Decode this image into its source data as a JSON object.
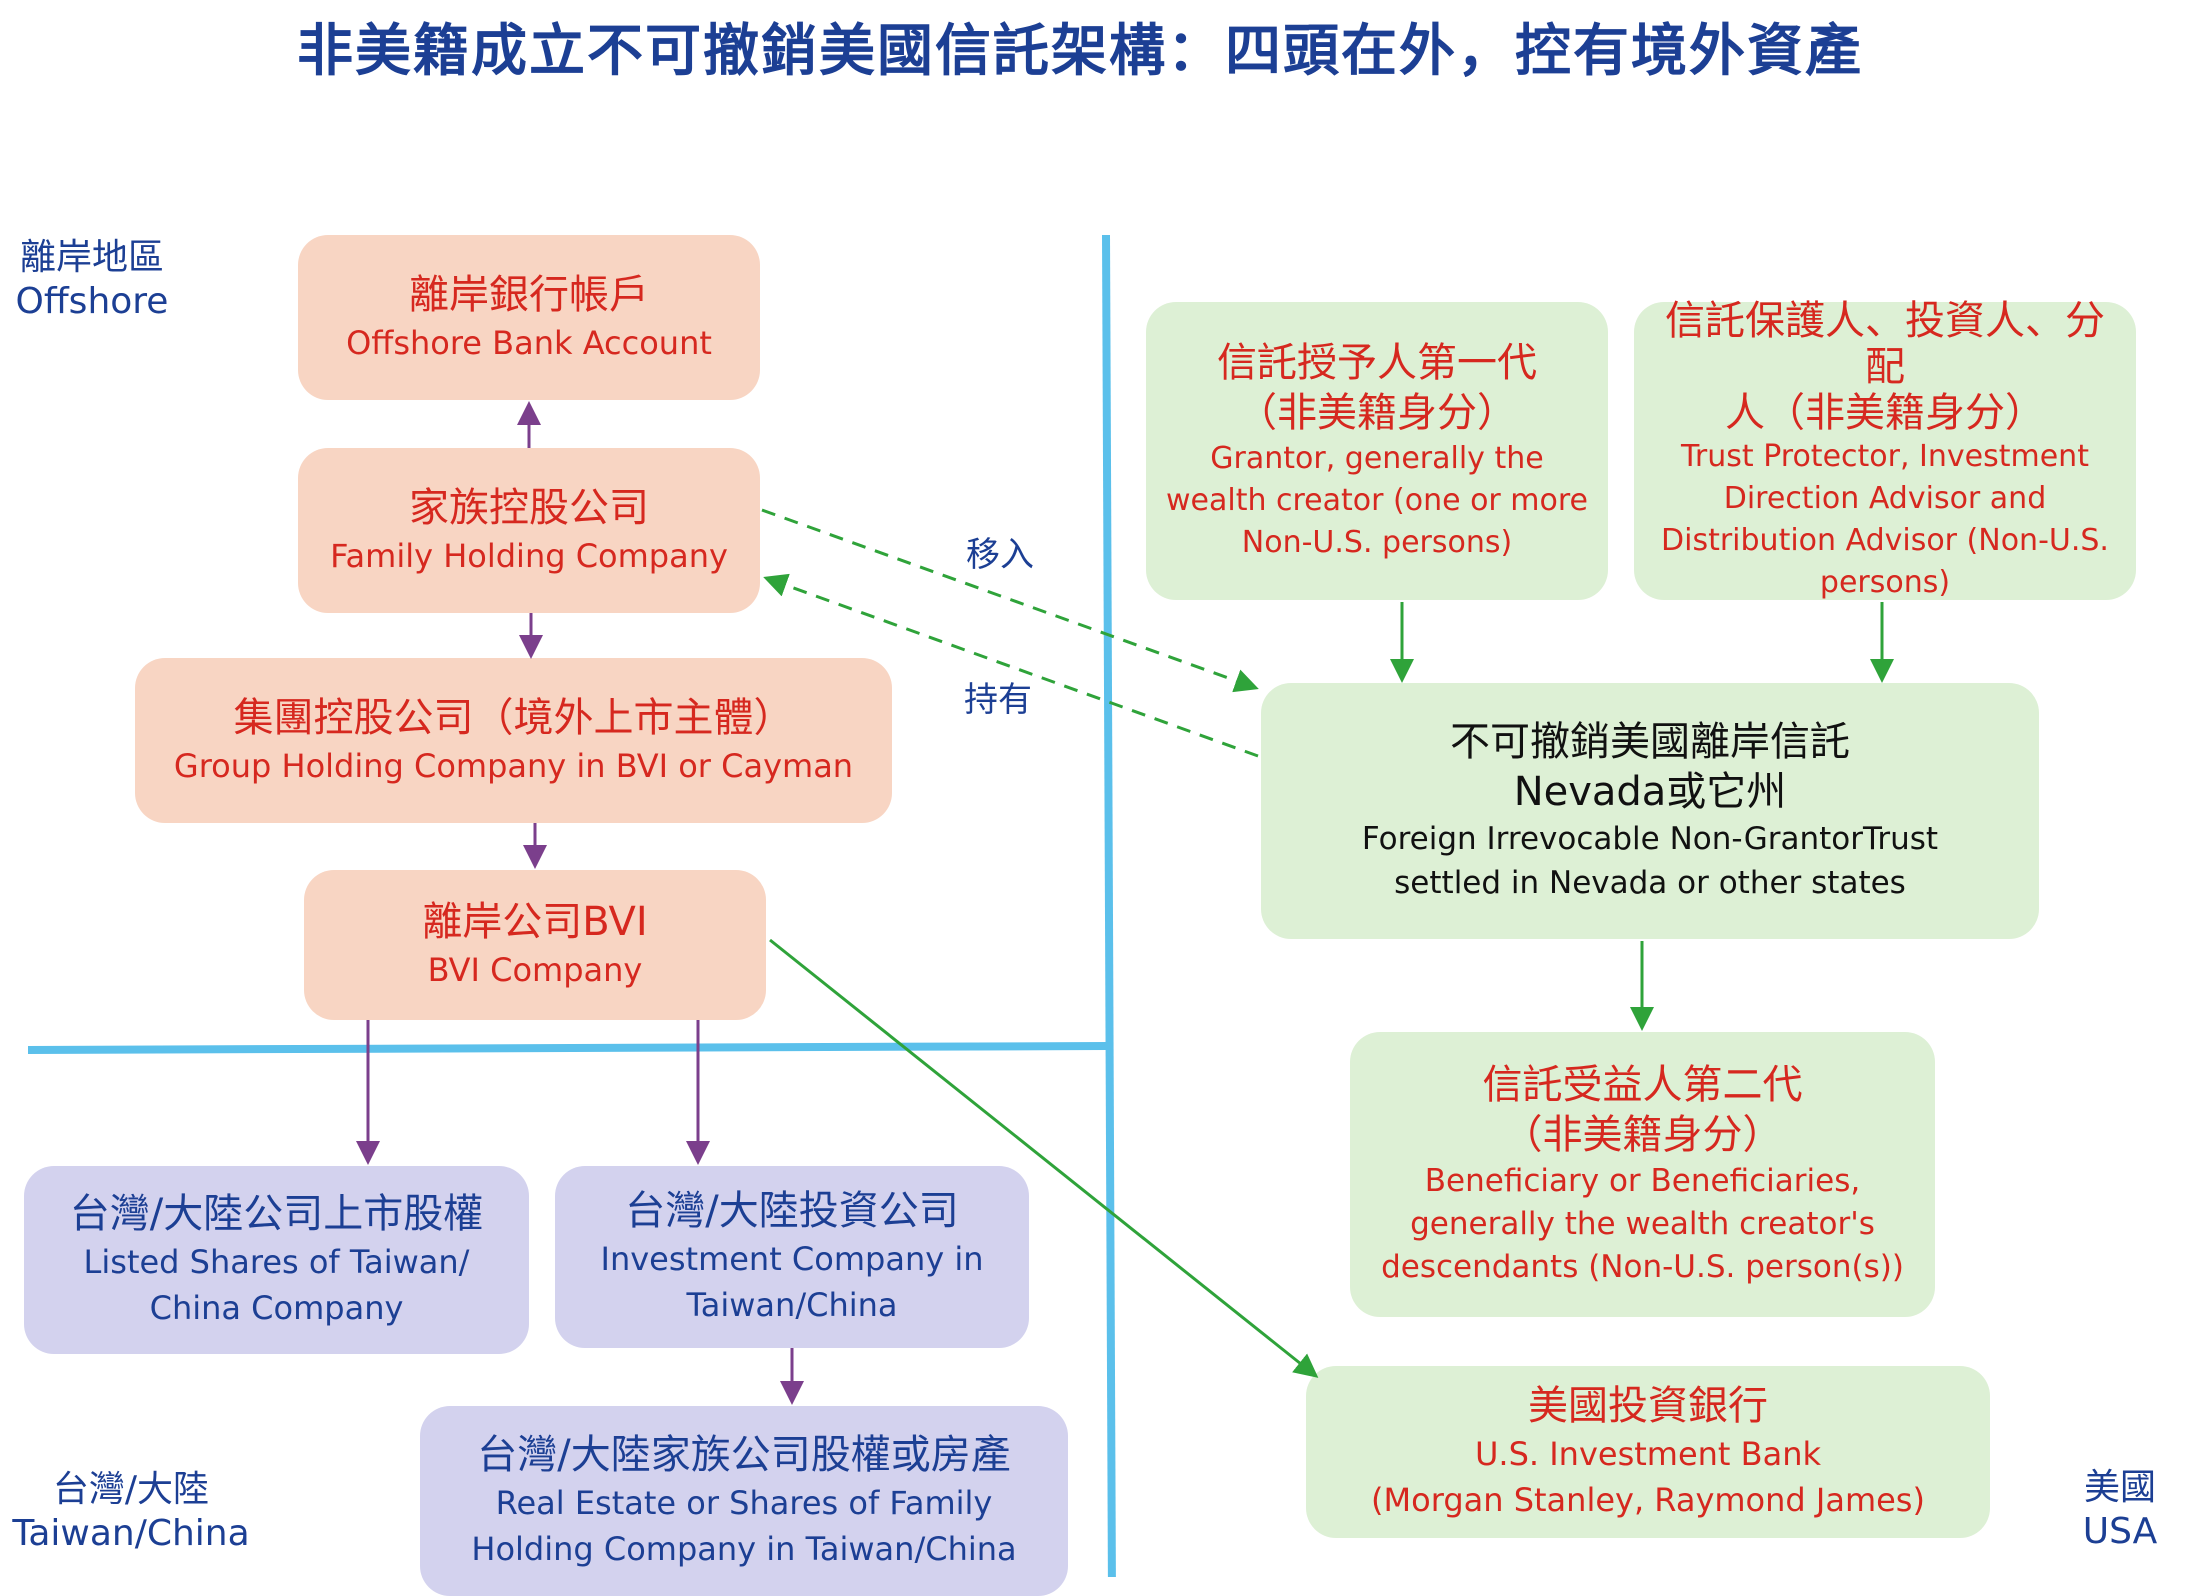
{
  "title": "非美籍成立不可撤銷美國信託架構：四頭在外，控有境外資產",
  "regions": {
    "offshore": {
      "zh": "離岸地區",
      "en": "Offshore"
    },
    "taiwan_china": {
      "zh": "台灣/大陸",
      "en": "Taiwan/China"
    },
    "usa": {
      "zh": "美國",
      "en": "USA"
    }
  },
  "boxes": {
    "offshore_bank": {
      "zh": "離岸銀行帳戶",
      "en": "Offshore Bank Account"
    },
    "family_holding": {
      "zh": "家族控股公司",
      "en": "Family Holding Company"
    },
    "group_holding": {
      "zh": "集團控股公司（境外上市主體）",
      "en": "Group Holding Company in BVI or Cayman"
    },
    "bvi_company": {
      "zh": "離岸公司BVI",
      "en": "BVI Company"
    },
    "listed_shares": {
      "zh": "台灣/大陸公司上市股權",
      "en1": "Listed Shares of Taiwan/",
      "en2": "China Company"
    },
    "investment_company": {
      "zh": "台灣/大陸投資公司",
      "en1": "Investment Company in",
      "en2": "Taiwan/China"
    },
    "real_estate": {
      "zh": "台灣/大陸家族公司股權或房產",
      "en1": "Real Estate or Shares of Family",
      "en2": "Holding Company in Taiwan/China"
    },
    "grantor": {
      "zh1": "信託授予人第一代",
      "zh2": "（非美籍身分）",
      "en1": "Grantor, generally the",
      "en2": "wealth creator (one or more",
      "en3": "Non-U.S. persons)"
    },
    "protector": {
      "zh1": "信託保護人、投資人、分配",
      "zh2": "人（非美籍身分）",
      "en1": "Trust Protector, Investment",
      "en2": "Direction Advisor and",
      "en3": "Distribution Advisor (Non-U.S.",
      "en4": "persons)"
    },
    "trust": {
      "zh1": "不可撤銷美國離岸信託",
      "zh2": "Nevada或它州",
      "en1": "Foreign Irrevocable Non-GrantorTrust",
      "en2": "settled in Nevada or other states"
    },
    "beneficiary": {
      "zh1": "信託受益人第二代",
      "zh2": "（非美籍身分）",
      "en1": "Beneficiary or Beneficiaries,",
      "en2": "generally the wealth creator's",
      "en3": "descendants (Non-U.S. person(s))"
    },
    "us_bank": {
      "zh": "美國投資銀行",
      "en1": "U.S. Investment Bank",
      "en2": "(Morgan Stanley, Raymond James)"
    }
  },
  "edge_labels": {
    "move_in": "移入",
    "hold": "持有"
  },
  "colors": {
    "title": "#1c3f94",
    "offshore_fill": "#f8d5c3",
    "taiwan_fill": "#d3d2ee",
    "us_fill": "#ddf0d5",
    "box_text_red": "#d6281f",
    "divider_blue": "#5bc0eb",
    "arrow_purple": "#7b3f8c",
    "arrow_green": "#2fa33a"
  }
}
